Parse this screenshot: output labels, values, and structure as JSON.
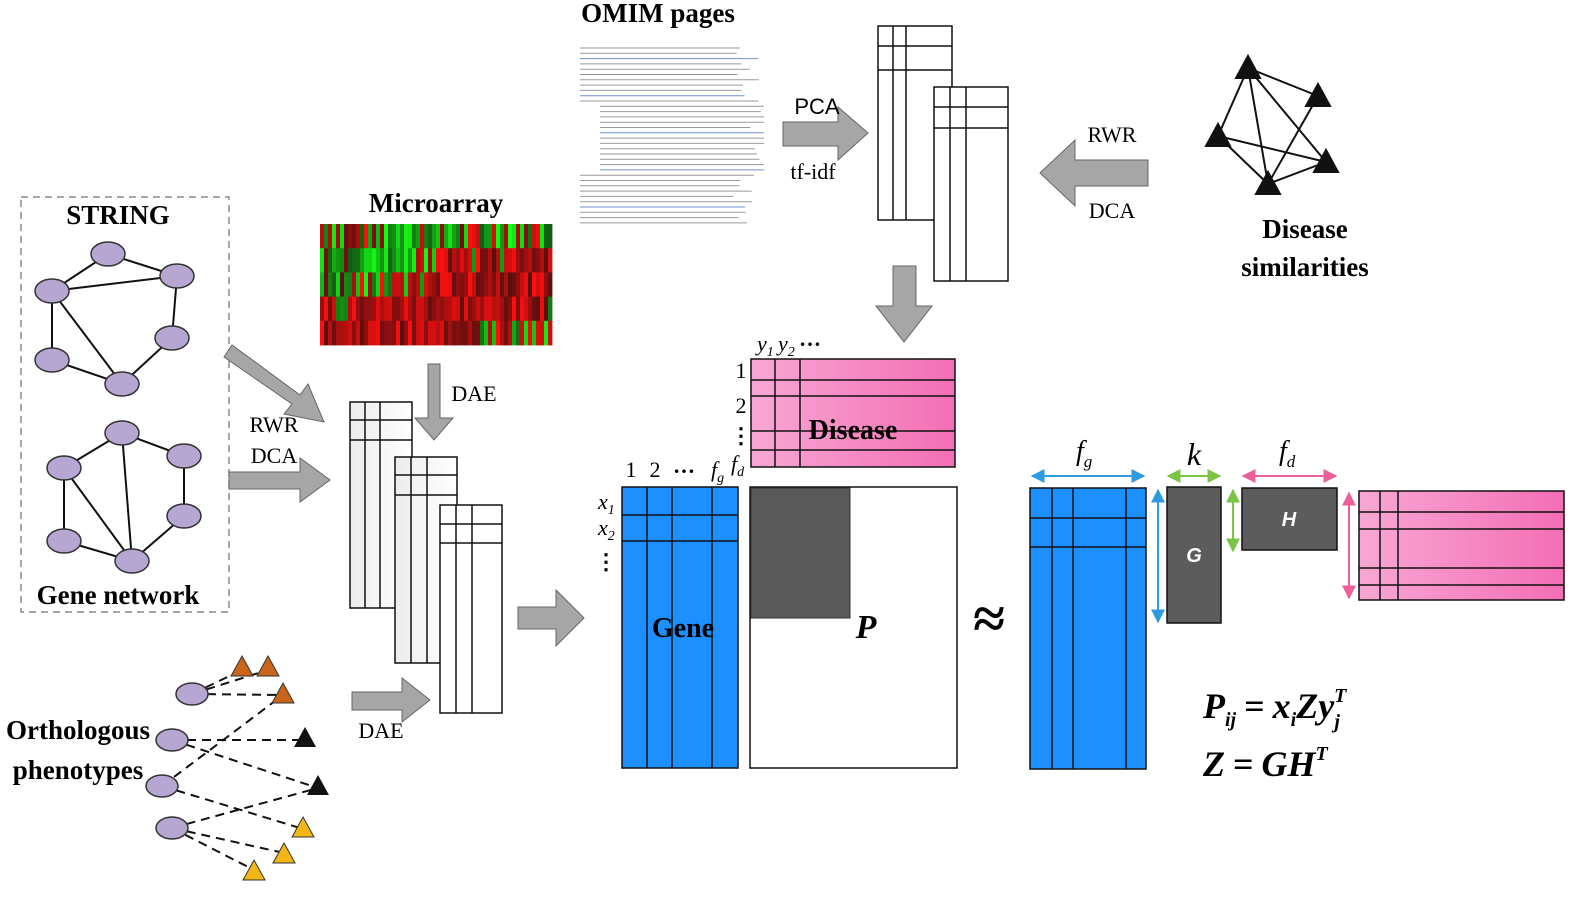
{
  "labels": {
    "omim": "OMIM pages",
    "string": "STRING",
    "gene_network": "Gene network",
    "microarray": "Microarray",
    "disease_sim_1": "Disease",
    "disease_sim_2": "similarities",
    "orth_1": "Orthologous",
    "orth_2": "phenotypes",
    "pca": "PCA",
    "tfidf": "tf-idf",
    "rwr_top": "RWR",
    "dca_top": "DCA",
    "rwr_left": "RWR",
    "dca_left": "DCA",
    "dae_top": "DAE",
    "dae_bottom": "DAE",
    "disease_matrix": "Disease",
    "gene_matrix": "Gene",
    "p_matrix": "P",
    "g_matrix": "G",
    "h_matrix": "H",
    "approx": "≈",
    "fg_right": "f",
    "fg_sub": "g",
    "k": "k",
    "fd_right": "f",
    "fd_sub": "d",
    "col1": "1",
    "col2": "2",
    "coldots": "…",
    "colfg": "f",
    "colfg_sub": "g",
    "colfd": "f",
    "colfd_sub": "d",
    "row1": "1",
    "row2": "2",
    "vdots": "⋮",
    "y1": "y",
    "y1_sub": "1",
    "y2": "y",
    "y2_sub": "2",
    "ydots": "…",
    "x1": "x",
    "x1_sub": "1",
    "x2": "x",
    "x2_sub": "2",
    "eq1_lhs": "P",
    "eq1_lhs_sub": "ij",
    "eq1_eq": "=",
    "eq1_x": "x",
    "eq1_x_sub": "i",
    "eq1_z": "Zy",
    "eq1_sup": "T",
    "eq1_sub_j": "j",
    "eq2_lhs": "Z",
    "eq2_eq": "=",
    "eq2_rhs": "GH",
    "eq2_sup": "T"
  },
  "colors": {
    "gene_blue": "#1e8fff",
    "disease_pink": "#f77fc0",
    "node_purple": "#b6a6d2",
    "arrow_gray": "#a6a6a6",
    "dark_gray": "#595959",
    "orange_tri": "#c8651b",
    "yellow_tri": "#f2b619",
    "fg_arrow": "#2d9be0",
    "k_arrow": "#7cc443",
    "fd_arrow": "#ec5f9b"
  },
  "icons": [
    "string-network-icon",
    "gene-network-icon",
    "disease-network-icon",
    "ortholog-network-icon",
    "omim-document-icon",
    "microarray-heatmap-icon"
  ]
}
